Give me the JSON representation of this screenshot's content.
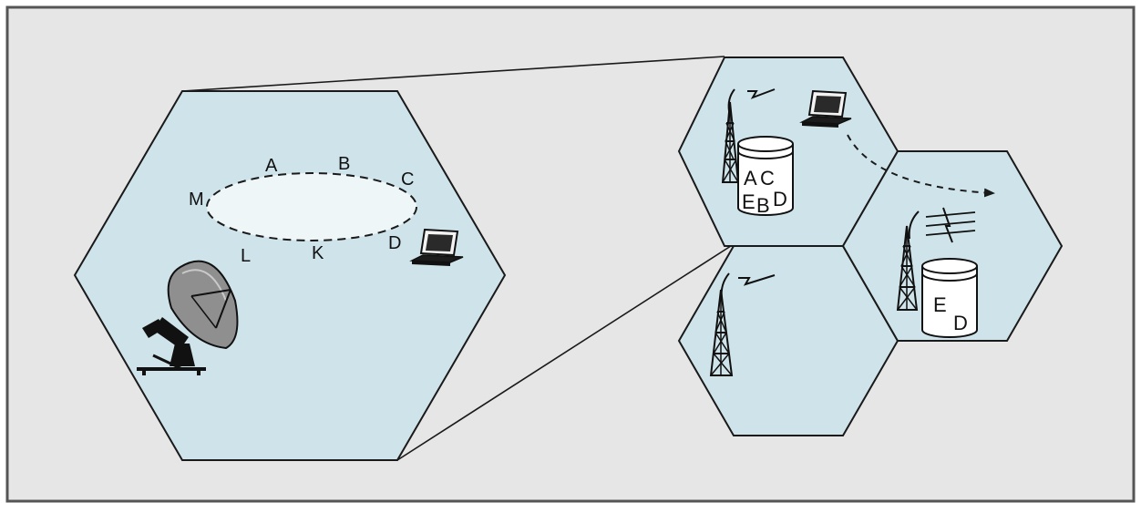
{
  "colors": {
    "panel_bg": "#e6e6e6",
    "panel_border": "#555555",
    "cell_fill": "#cfe4ea",
    "ellipse_fill": "#eef6f8",
    "stroke": "#1a1a1a"
  },
  "large_cell": {
    "orbit_labels": {
      "a": "A",
      "b": "B",
      "c": "C",
      "d": "D",
      "k": "K",
      "l": "L",
      "m": "M"
    },
    "icons": [
      "satellite-dish-icon",
      "laptop-icon"
    ]
  },
  "top_cell": {
    "db_labels": {
      "l1": "A",
      "l2": "C",
      "l3": "E",
      "l4": "B",
      "l5": "D"
    },
    "icons": [
      "radio-tower-icon",
      "database-icon",
      "laptop-icon"
    ]
  },
  "right_cell": {
    "db_labels": {
      "l1": "E",
      "l2": "D"
    },
    "icons": [
      "radio-tower-icon",
      "database-icon"
    ]
  },
  "bottom_cell": {
    "icons": [
      "radio-tower-icon"
    ]
  }
}
